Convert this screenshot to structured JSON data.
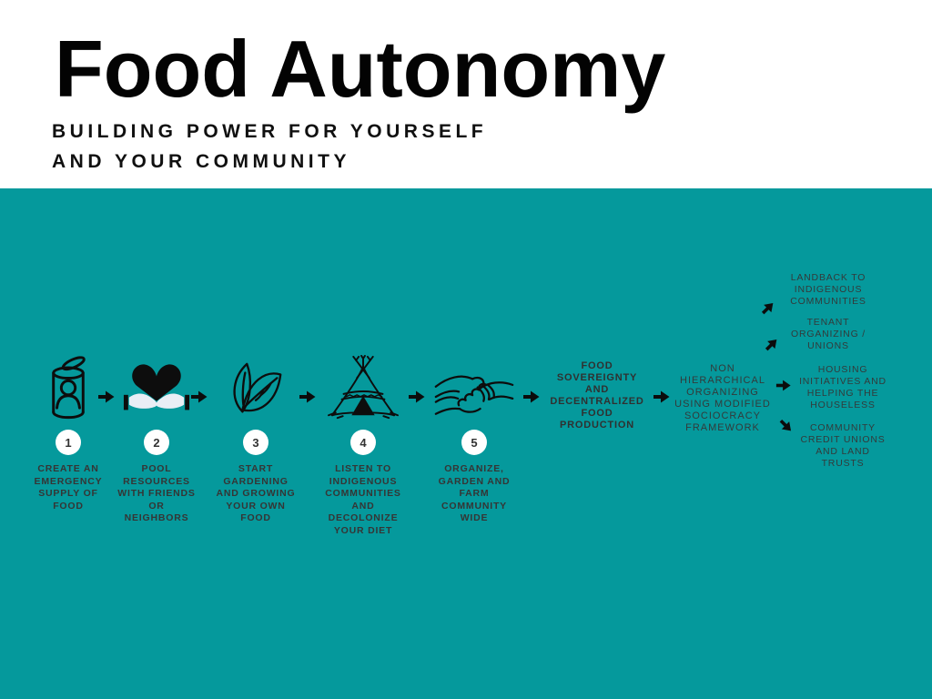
{
  "header": {
    "title": "Food Autonomy",
    "subtitle": "BUILDING POWER FOR YOURSELF\nAND YOUR COMMUNITY"
  },
  "colors": {
    "background_band": "#05999c",
    "ink": "#0d0d0d",
    "label_text": "#353535",
    "number_circle": "#ffffff",
    "hands_fill": "#e9eef5"
  },
  "steps": [
    {
      "number": "1",
      "icon": "canned-food-icon",
      "label": "CREATE AN\nEMERGENCY\nSUPPLY OF\nFOOD"
    },
    {
      "number": "2",
      "icon": "heart-in-hands-icon",
      "label": "POOL\nRESOURCES\nWITH FRIENDS\nOR\nNEIGHBORS"
    },
    {
      "number": "3",
      "icon": "leaves-icon",
      "label": "START\nGARDENING\nAND GROWING\nYOUR OWN\nFOOD"
    },
    {
      "number": "4",
      "icon": "teepee-icon",
      "label": "LISTEN TO\nINDIGENOUS\nCOMMUNITIES\nAND\nDECOLONIZE\nYOUR DIET"
    },
    {
      "number": "5",
      "icon": "handshake-icon",
      "label": "ORGANIZE,\nGARDEN AND\nFARM\nCOMMUNITY\nWIDE"
    }
  ],
  "flow": {
    "outcome_primary": "FOOD\nSOVEREIGNTY\nAND\nDECENTRALIZED\nFOOD\nPRODUCTION",
    "method": "NON\nHIERARCHICAL\nORGANIZING\nUSING MODIFIED\nSOCIOCRACY\nFRAMEWORK"
  },
  "branches": [
    {
      "direction": "up-right",
      "label": "LANDBACK TO\nINDIGENOUS\nCOMMUNITIES"
    },
    {
      "direction": "up-right",
      "label": "TENANT\nORGANIZING /\nUNIONS"
    },
    {
      "direction": "right",
      "label": "HOUSING\nINITIATIVES AND\nHELPING THE\nHOUSELESS"
    },
    {
      "direction": "down-right",
      "label": "COMMUNITY\nCREDIT UNIONS\nAND LAND\nTRUSTS"
    }
  ]
}
